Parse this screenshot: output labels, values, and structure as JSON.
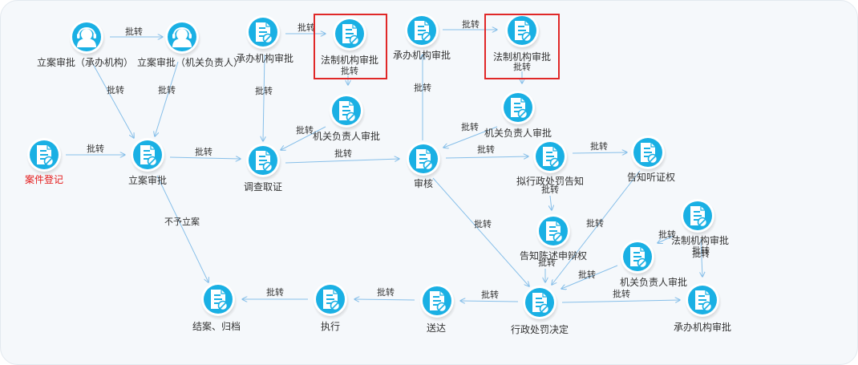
{
  "nodes": [
    {
      "id": "n1",
      "icon": "user-icon",
      "label": "立案审批（承办机构）"
    },
    {
      "id": "n2",
      "icon": "user-icon",
      "label": "立案审批（机关负责人）"
    },
    {
      "id": "n3",
      "icon": "document-icon",
      "label": "承办机构审批"
    },
    {
      "id": "n4",
      "icon": "document-icon",
      "label": "法制机构审批",
      "sub": "批转"
    },
    {
      "id": "n5",
      "icon": "document-icon",
      "label": "承办机构审批"
    },
    {
      "id": "n6",
      "icon": "document-icon",
      "label": "法制机构审批",
      "sub": "批转"
    },
    {
      "id": "n7",
      "icon": "document-icon",
      "label": "机关负责人审批"
    },
    {
      "id": "n8",
      "icon": "document-icon",
      "label": "机关负责人审批"
    },
    {
      "id": "n9",
      "icon": "document-icon",
      "label": "案件登记",
      "color": "#e41a1a"
    },
    {
      "id": "n10",
      "icon": "document-icon",
      "label": "立案审批"
    },
    {
      "id": "n11",
      "icon": "document-icon",
      "label": "调查取证"
    },
    {
      "id": "n12",
      "icon": "document-icon",
      "label": "审核"
    },
    {
      "id": "n13",
      "icon": "document-icon",
      "label": "拟行政处罚告知",
      "sub": "批转"
    },
    {
      "id": "n14",
      "icon": "document-icon",
      "label": "告知听证权"
    },
    {
      "id": "n15",
      "icon": "document-icon",
      "label": "告知陈述申辩权",
      "sub": "批转"
    },
    {
      "id": "n16",
      "icon": "document-icon",
      "label": "法制机构审批",
      "sub": "批转"
    },
    {
      "id": "n17",
      "icon": "document-icon",
      "label": "机关负责人审批"
    },
    {
      "id": "n18",
      "icon": "document-icon",
      "label": "结案、归档"
    },
    {
      "id": "n19",
      "icon": "document-icon",
      "label": "执行"
    },
    {
      "id": "n20",
      "icon": "document-icon",
      "label": "送达"
    },
    {
      "id": "n21",
      "icon": "document-icon",
      "label": "行政处罚决定"
    },
    {
      "id": "n22",
      "icon": "document-icon",
      "label": "承办机构审批"
    }
  ],
  "edges": [
    {
      "from": "n1",
      "to": "n2",
      "label": "批转"
    },
    {
      "from": "n1",
      "to": "n10",
      "label": "批转"
    },
    {
      "from": "n2",
      "to": "n10",
      "label": "批转"
    },
    {
      "from": "n3",
      "to": "n4",
      "label": "批转"
    },
    {
      "from": "n3",
      "to": "n11",
      "label": "批转"
    },
    {
      "from": "n7",
      "to": "n11",
      "label": "批转"
    },
    {
      "from": "n5",
      "to": "n6",
      "label": "批转"
    },
    {
      "from": "n12",
      "to": "n5",
      "label": "批转"
    },
    {
      "from": "n8",
      "to": "n12",
      "label": "批转"
    },
    {
      "from": "n9",
      "to": "n10",
      "label": "批转"
    },
    {
      "from": "n10",
      "to": "n11",
      "label": "批转"
    },
    {
      "from": "n11",
      "to": "n12",
      "label": "批转"
    },
    {
      "from": "n12",
      "to": "n13",
      "label": "批转"
    },
    {
      "from": "n13",
      "to": "n14",
      "label": "批转"
    },
    {
      "from": "n10",
      "to": "n18",
      "label": "不予立案"
    },
    {
      "from": "n12",
      "to": "n21",
      "label": "批转"
    },
    {
      "from": "n14",
      "to": "n21",
      "label": "批转"
    },
    {
      "from": "n17",
      "to": "n21",
      "label": "批转"
    },
    {
      "from": "n17",
      "to": "n16",
      "label": "批转"
    },
    {
      "from": "n21",
      "to": "n20",
      "label": "批转"
    },
    {
      "from": "n20",
      "to": "n19",
      "label": "批转"
    },
    {
      "from": "n19",
      "to": "n18",
      "label": "批转"
    },
    {
      "from": "n21",
      "to": "n22",
      "label": "批转"
    },
    {
      "from": "n16",
      "to": "n22",
      "label": "批转"
    }
  ],
  "colors": {
    "icon_fill": "#1ab0e4",
    "edge": "#87bfe9",
    "highlight": "#e02828",
    "highlight_nodes": [
      "n4",
      "n6"
    ]
  }
}
